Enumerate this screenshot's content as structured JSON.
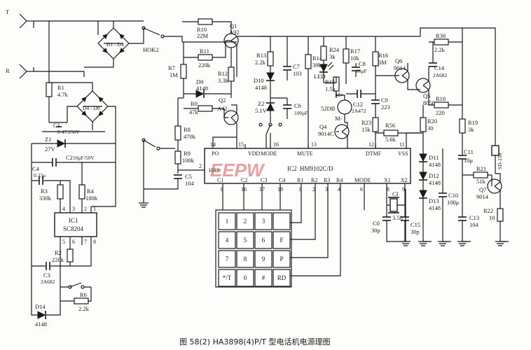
{
  "caption": "图 58(2)   HA3898(4)P/T 型电话机电源理图",
  "watermark": "EEPW",
  "terminals": {
    "T": "T",
    "R": "R"
  },
  "switch_label": "HOK2",
  "bridge1": {
    "label": "D1 - D4"
  },
  "bridge2": {
    "label": "D4 - D8"
  },
  "resistors": {
    "R1": {
      "name": "R1",
      "value": "4.7k"
    },
    "R10": {
      "name": "R10",
      "value": "22M"
    },
    "R11": {
      "name": "R11",
      "value": "220k"
    },
    "R7": {
      "name": "R7",
      "value": "1M"
    },
    "R12": {
      "name": "R12",
      "value": "3.3k"
    },
    "R0": {
      "name": "R0",
      "value": "47k"
    },
    "R8": {
      "name": "R8",
      "value": "470k"
    },
    "R9": {
      "name": "R9",
      "value": "100k"
    },
    "R13": {
      "name": "R13",
      "value": "2.2k"
    },
    "R14": {
      "name": "R14",
      "value": "39k"
    },
    "R24": {
      "name": "R24",
      "value": "3k"
    },
    "R17": {
      "name": "R17",
      "value": "10k"
    },
    "R15": {
      "name": "R15",
      "value": "1.5k"
    },
    "R16": {
      "name": "R16",
      "value": "3M"
    },
    "R23": {
      "name": "R23",
      "value": "15k"
    },
    "R56": {
      "name": "R56",
      "value": "5.6k"
    },
    "R38": {
      "name": "R38",
      "value": "2.2k"
    },
    "R18": {
      "name": "R18",
      "value": "220"
    },
    "R20": {
      "name": "R20",
      "value": "30"
    },
    "R19": {
      "name": "R19",
      "value": "3k"
    },
    "R21": {
      "name": "R21",
      "value": "51k"
    },
    "R22": {
      "name": "R22",
      "value": "10"
    },
    "R3": {
      "name": "R3",
      "value": "330k"
    },
    "R4": {
      "name": "R4",
      "value": "180k"
    },
    "R2": {
      "name": "R2",
      "value": "220k"
    },
    "R6": {
      "name": "R6",
      "value": "2.2k"
    }
  },
  "capacitors": {
    "C1": {
      "name": "C1",
      "value": "0.47/250V"
    },
    "C2": {
      "name": "C2",
      "value": "10μF/50V"
    },
    "C4": {
      "name": "C4",
      "value": "0.33μ"
    },
    "C3": {
      "name": "C3",
      "value": "2A682"
    },
    "C5": {
      "name": "C5",
      "value": "104"
    },
    "C6": {
      "name": "C6",
      "value": "100μF"
    },
    "C7": {
      "name": "C7",
      "value": "103"
    },
    "C8": {
      "name": "C8",
      "value": "10μF"
    },
    "C12": {
      "name": "C12",
      "value": "2A472"
    },
    "C9": {
      "name": "C9",
      "value": "223"
    },
    "C14": {
      "name": "C14",
      "value": "2A682"
    },
    "C11": {
      "name": "C11",
      "value": "10μ"
    },
    "C10": {
      "name": "C10",
      "value": "100μ"
    },
    "C13": {
      "name": "C13",
      "value": "104"
    },
    "C0": {
      "name": "C0",
      "value": "30p"
    },
    "C15": {
      "name": "C15",
      "value": "30p"
    },
    "CI": {
      "name": "CI",
      "value": "3.58"
    }
  },
  "diodes": {
    "Z1": {
      "name": "Z1",
      "value": "27V"
    },
    "D9": {
      "name": "D9",
      "value": "4148"
    },
    "D10": {
      "name": "D10",
      "value": "4148"
    },
    "Z2": {
      "name": "Z2",
      "value": "5.1V"
    },
    "D11": {
      "name": "D11",
      "value": "4148"
    },
    "D12": {
      "name": "D12",
      "value": "4148"
    },
    "D13": {
      "name": "D13",
      "value": "4148"
    },
    "D14": {
      "name": "D14",
      "value": "4148"
    },
    "LED": {
      "name": "LED",
      "value": "LED"
    }
  },
  "transistors": {
    "Q1": {
      "name": "Q1",
      "value": "A92"
    },
    "Q2": {
      "name": "Q2",
      "value": "A42"
    },
    "Q4": {
      "name": "Q4",
      "value": "9014C"
    },
    "Q6": {
      "name": "Q6",
      "value": "9014"
    },
    "Q5": {
      "name": "Q5",
      "value": "8050"
    },
    "Q7": {
      "name": "Q7",
      "value": "9014"
    }
  },
  "speaker": {
    "name": "52DB",
    "plus": "M+",
    "minus": "M-"
  },
  "sd": {
    "label": "SD-150"
  },
  "ic1": {
    "name": "IC1",
    "part": "SC8204",
    "pins": [
      "4",
      "3",
      "2",
      "1",
      "5",
      "6",
      "7",
      "8"
    ]
  },
  "ic2": {
    "name": "IC2",
    "part": "HM9102C/D",
    "top_labels": [
      "PO",
      "VDD",
      "MODE",
      "MUTE",
      "DTMF",
      "VSS"
    ],
    "top_pins": [
      "14",
      "15",
      "16",
      "13",
      "12",
      "11"
    ],
    "hks": "HKS",
    "hks_pin": "2",
    "bottom_labels": [
      "C1",
      "C2",
      "C3",
      "C4",
      "R1",
      "R2",
      "R3",
      "R4",
      "MODE",
      "X1",
      "X2"
    ],
    "bottom_pins": [
      "1",
      "16",
      "17",
      "18",
      "1",
      "2",
      "3",
      "4",
      "6",
      "8",
      "9"
    ]
  },
  "keypad": {
    "rows": [
      [
        "1",
        "2",
        "3",
        ""
      ],
      [
        "4",
        "5",
        "6",
        "F"
      ],
      [
        "7",
        "8",
        "9",
        "P"
      ],
      [
        "*/T",
        "0",
        "#",
        "RD"
      ]
    ]
  }
}
